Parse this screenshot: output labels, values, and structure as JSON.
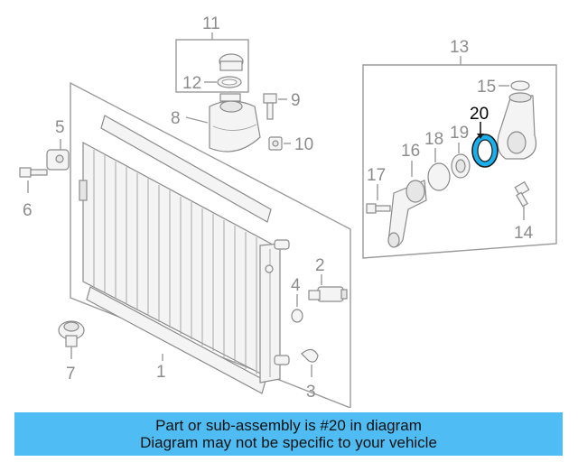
{
  "labels": {
    "n1": "1",
    "n2": "2",
    "n3": "3",
    "n4": "4",
    "n5": "5",
    "n6": "6",
    "n7": "7",
    "n8": "8",
    "n9": "9",
    "n10": "10",
    "n11": "11",
    "n12": "12",
    "n13": "13",
    "n14": "14",
    "n15": "15",
    "n16": "16",
    "n17": "17",
    "n18": "18",
    "n19": "19",
    "n20": "20"
  },
  "banner": {
    "line1": "Part or sub-assembly is #20 in diagram",
    "line2": "Diagram may not be specific to your vehicle"
  },
  "colors": {
    "highlight": "#1ab0ee",
    "banner_bg": "#4fbcf3",
    "line": "#9a9a9a"
  }
}
